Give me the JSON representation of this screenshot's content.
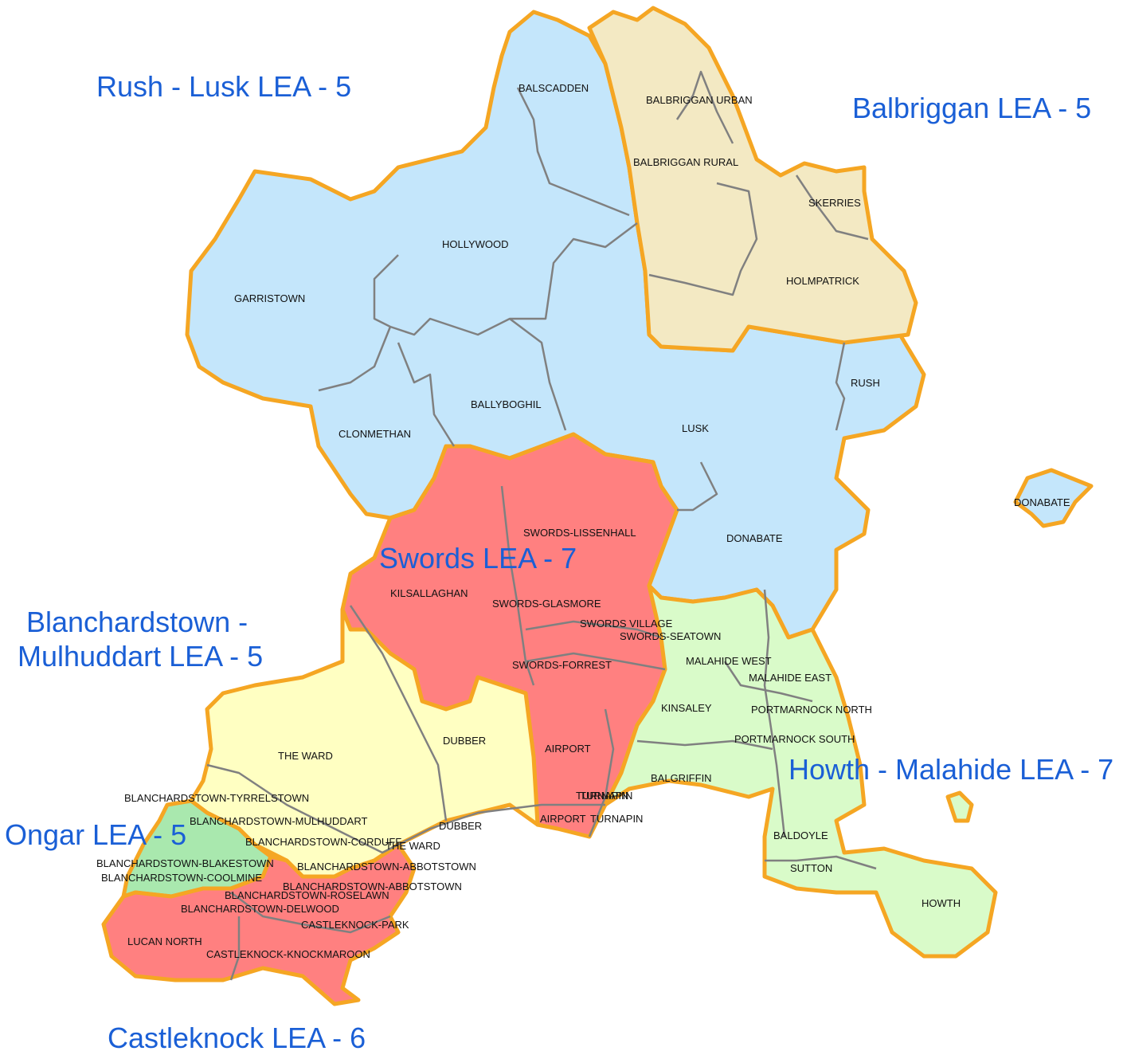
{
  "colors": {
    "rush_lusk": "#c4e6fb",
    "balbriggan": "#f3e9c3",
    "swords": "#ff8080",
    "blanchardstown": "#ffffc2",
    "howth_malahide": "#d9fbc9",
    "ongar": "#a9e8ae",
    "castleknock": "#ff8080",
    "boundary": "#f5a623",
    "ed_line": "#808080",
    "lea_label": "#1a5fd6"
  },
  "lea_labels": {
    "rush_lusk": "Rush - Lusk LEA - 5",
    "balbriggan": "Balbriggan LEA - 5",
    "swords": "Swords LEA - 7",
    "blanchardstown_1": "Blanchardstown -",
    "blanchardstown_2": "Mulhuddart LEA - 5",
    "howth_malahide": "Howth - Malahide LEA - 7",
    "ongar": "Ongar LEA - 5",
    "castleknock": "Castleknock LEA - 6"
  },
  "ed_labels": {
    "balscadden": "BALSCADDEN",
    "balbriggan_urban": "BALBRIGGAN URBAN",
    "balbriggan_rural": "BALBRIGGAN RURAL",
    "skerries": "SKERRIES",
    "holmpatrick": "HOLMPATRICK",
    "hollywood": "HOLLYWOOD",
    "garristown": "GARRISTOWN",
    "rush": "RUSH",
    "ballyboghil": "BALLYBOGHIL",
    "clonmethan": "CLONMETHAN",
    "lusk": "LUSK",
    "donabate_island": "DONABATE",
    "donabate": "DONABATE",
    "swords_lissenhall": "SWORDS-LISSENHALL",
    "kilsallaghan": "KILSALLAGHAN",
    "swords_glasmore": "SWORDS-GLASMORE",
    "swords_village": "SWORDS VILLAGE",
    "swords_seatown": "SWORDS-SEATOWN",
    "malahide_west": "MALAHIDE WEST",
    "swords_forrest": "SWORDS-FORREST",
    "malahide_east": "MALAHIDE EAST",
    "kinsaley": "KINSALEY",
    "portmarnock_north": "PORTMARNOCK NORTH",
    "portmarnock_south": "PORTMARNOCK SOUTH",
    "dubber": "DUBBER",
    "the_ward": "THE WARD",
    "airport": "AIRPORT",
    "balgriffin": "BALGRIFFIN",
    "turnapin_1": "TURNAPIN",
    "turnapin_2": "TURNAPIN",
    "bl_tyrrelstown": "BLANCHARDSTOWN-TYRRELSTOWN",
    "bl_mulhuddart": "BLANCHARDSTOWN-MULHUDDART",
    "airport_2": "AIRPORT",
    "turnapin_3": "TURNAPIN",
    "dubber_2": "DUBBER",
    "bl_corduff": "BLANCHARDSTOWN-CORDUFF",
    "the_ward_2": "THE WARD",
    "baldoyle": "BALDOYLE",
    "bl_blakestown": "BLANCHARDSTOWN-BLAKESTOWN",
    "bl_abbotstown_1": "BLANCHARDSTOWN-ABBOTSTOWN",
    "sutton": "SUTTON",
    "bl_coolmine": "BLANCHARDSTOWN-COOLMINE",
    "bl_abbotstown_2": "BLANCHARDSTOWN-ABBOTSTOWN",
    "bl_roselawn": "BLANCHARDSTOWN-ROSELAWN",
    "howth": "HOWTH",
    "bl_delwood": "BLANCHARDSTOWN-DELWOOD",
    "castleknock_park": "CASTLEKNOCK-PARK",
    "lucan_north": "LUCAN NORTH",
    "castleknock_knockmaroon": "CASTLEKNOCK-KNOCKMAROON"
  }
}
